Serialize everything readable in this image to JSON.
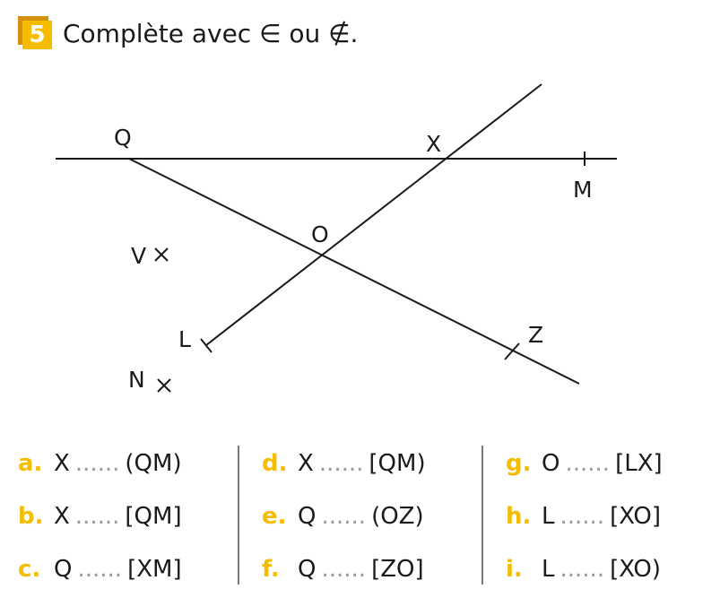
{
  "exercise": {
    "number": "5",
    "instruction": "Complète avec ∈ ou ∉."
  },
  "figure": {
    "points": {
      "Q": "Q",
      "X": "X",
      "M": "M",
      "O": "O",
      "V": "V",
      "L": "L",
      "Z": "Z",
      "N": "N"
    }
  },
  "colors": {
    "accent": "#f5bc00",
    "accent_dark": "#d4920a"
  },
  "items": [
    {
      "letter": "a.",
      "point": "X",
      "blank": "......",
      "set": "(QM)"
    },
    {
      "letter": "b.",
      "point": "X",
      "blank": "......",
      "set": "[QM]"
    },
    {
      "letter": "c.",
      "point": "Q",
      "blank": "......",
      "set": "[XM]"
    },
    {
      "letter": "d.",
      "point": "X",
      "blank": "......",
      "set": "[QM)"
    },
    {
      "letter": "e.",
      "point": "Q",
      "blank": "......",
      "set": "(OZ)"
    },
    {
      "letter": "f.",
      "point": "Q",
      "blank": "......",
      "set": "[ZO]"
    },
    {
      "letter": "g.",
      "point": "O",
      "blank": "......",
      "set": "[LX]"
    },
    {
      "letter": "h.",
      "point": "L",
      "blank": "......",
      "set": "[XO]"
    },
    {
      "letter": "i.",
      "point": "L",
      "blank": "......",
      "set": "[XO)"
    }
  ]
}
